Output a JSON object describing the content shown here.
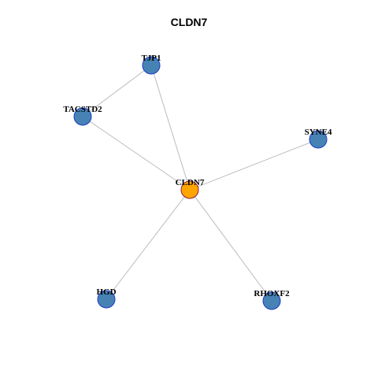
{
  "title": "CLDN7",
  "colors": {
    "center_node_fill": "#FFA500",
    "center_node_stroke": "#8B1A4A",
    "node_fill": "#4682B4",
    "node_stroke": "#1E3AC8",
    "edge": "#BBBBBB"
  },
  "nodes": [
    {
      "id": "TJP1",
      "label": "TJP1",
      "type": "neighbor"
    },
    {
      "id": "TACSTD2",
      "label": "TACSTD2",
      "type": "neighbor"
    },
    {
      "id": "SYNE4",
      "label": "SYNE4",
      "type": "neighbor"
    },
    {
      "id": "CLDN7",
      "label": "CLDN7",
      "type": "center"
    },
    {
      "id": "HGD",
      "label": "HGD",
      "type": "neighbor"
    },
    {
      "id": "RHOXF2",
      "label": "RHOXF2",
      "type": "neighbor"
    }
  ],
  "edges": [
    {
      "source": "TJP1",
      "target": "TACSTD2"
    },
    {
      "source": "TJP1",
      "target": "CLDN7"
    },
    {
      "source": "TACSTD2",
      "target": "CLDN7"
    },
    {
      "source": "SYNE4",
      "target": "CLDN7"
    },
    {
      "source": "HGD",
      "target": "CLDN7"
    },
    {
      "source": "RHOXF2",
      "target": "CLDN7"
    }
  ]
}
